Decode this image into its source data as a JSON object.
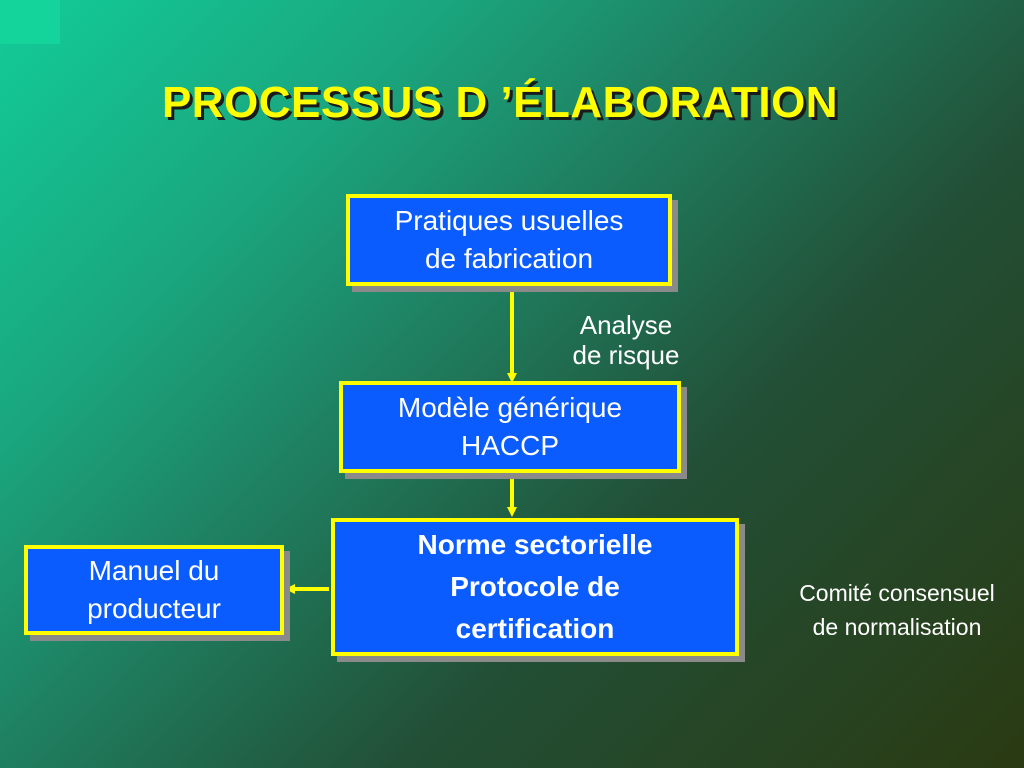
{
  "title": "PROCESSUS D ’ÉLABORATION",
  "nodes": {
    "pratiques": {
      "line1": "Pratiques usuelles",
      "line2": "de fabrication"
    },
    "modele": {
      "line1": "Modèle générique",
      "line2": "HACCP"
    },
    "norme": {
      "line1": "Norme sectorielle",
      "line2": "Protocole de",
      "line3": "certification"
    },
    "manuel": {
      "line1": "Manuel du",
      "line2": "producteur"
    }
  },
  "labels": {
    "analyse": {
      "line1": "Analyse",
      "line2": "de risque"
    },
    "comite": {
      "line1": "Comité consensuel",
      "line2": "de normalisation"
    }
  },
  "colors": {
    "box_fill": "#0a5cff",
    "box_border": "#ffff00",
    "arrow": "#ffff00",
    "title": "#ffff00",
    "text": "#ffffff"
  }
}
